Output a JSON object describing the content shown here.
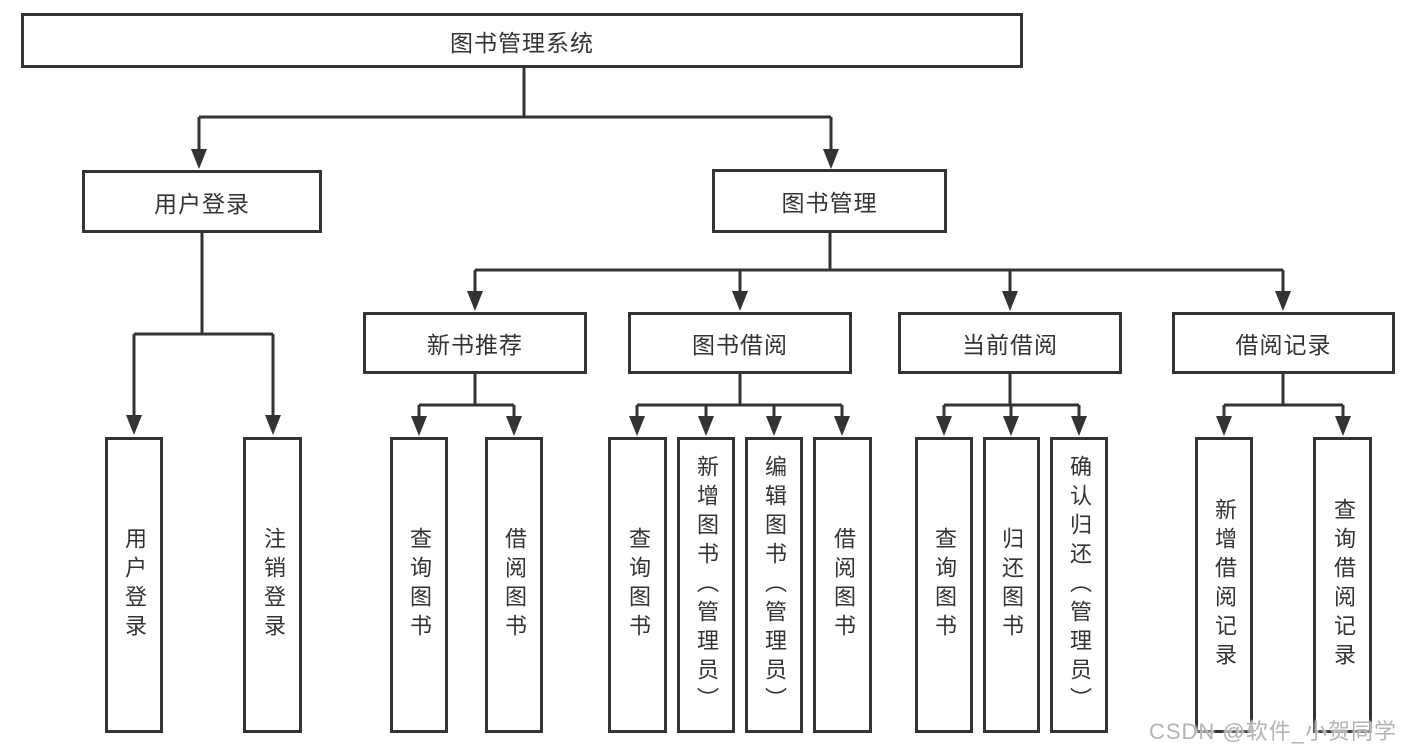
{
  "diagram": {
    "type": "hierarchy-diagram",
    "colors": {
      "line": "#333333",
      "text": "#333333",
      "background": "#ffffff",
      "watermark": "#b3b3b3"
    },
    "tree": {
      "label": "图书管理系统",
      "children": [
        {
          "label": "用户登录",
          "children": [
            {
              "label": "用户登录"
            },
            {
              "label": "注销登录"
            }
          ]
        },
        {
          "label": "图书管理",
          "children": [
            {
              "label": "新书推荐",
              "children": [
                {
                  "label": "查询图书"
                },
                {
                  "label": "借阅图书"
                }
              ]
            },
            {
              "label": "图书借阅",
              "children": [
                {
                  "label": "查询图书"
                },
                {
                  "label": "新增图书（管理员）"
                },
                {
                  "label": "编辑图书（管理员）"
                },
                {
                  "label": "借阅图书"
                }
              ]
            },
            {
              "label": "当前借阅",
              "children": [
                {
                  "label": "查询图书"
                },
                {
                  "label": "归还图书"
                },
                {
                  "label": "确认归还（管理员）"
                }
              ]
            },
            {
              "label": "借阅记录",
              "children": [
                {
                  "label": "新增借阅记录"
                },
                {
                  "label": "查询借阅记录"
                }
              ]
            }
          ]
        }
      ]
    },
    "watermark": {
      "text": "CSDN @软件_小贺同学"
    }
  }
}
